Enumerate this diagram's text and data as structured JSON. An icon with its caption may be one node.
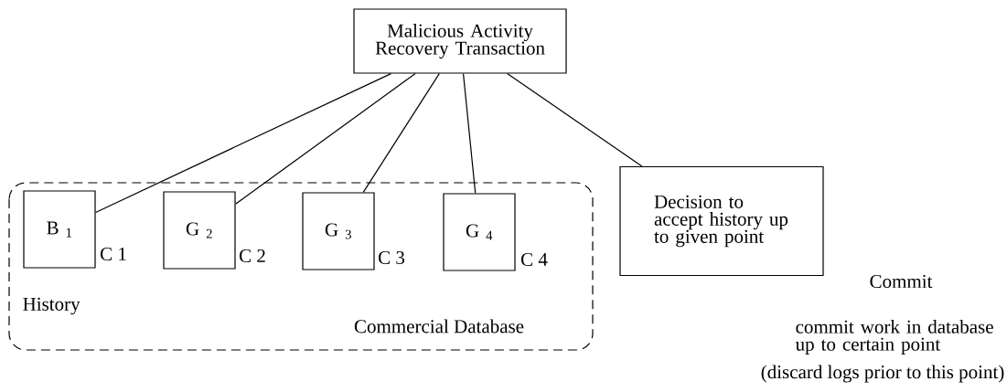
{
  "diagram": {
    "nodes": [
      {
        "text": [
          "Malicious Activity Recovery Transaction"
        ]
      },
      {
        "text": [
          "History",
          "Commercial Database"
        ]
      },
      {
        "text": [
          "B $_{1}$"
        ],
        "in": 1,
        "beside": [
          "C 1"
        ]
      },
      {
        "text": [
          "G $_{2}$"
        ],
        "in": 1,
        "beside": [
          "C 2"
        ]
      },
      {
        "text": [
          "G $_{3}$"
        ],
        "in": 1,
        "beside": [
          "C 3"
        ]
      },
      {
        "text": [
          "G $_{4}$"
        ],
        "in": 1,
        "beside": [
          "C 4"
        ]
      },
      {
        "text": [
          "Decision to accept history up to given point"
        ]
      }
    ],
    "edges": [
      {
        "from": 0,
        "to": 2,
        "arrow": "none"
      },
      {
        "from": 0,
        "to": 3,
        "arrow": "none"
      },
      {
        "from": 0,
        "to": 4,
        "arrow": "none"
      },
      {
        "from": 0,
        "to": 5,
        "arrow": "none"
      },
      {
        "from": 0,
        "to": 6,
        "arrow": "none"
      }
    ],
    "labels": [
      "Commit",
      "commit work in database up to certain point",
      "(discard logs prior to this point)"
    ]
  }
}
